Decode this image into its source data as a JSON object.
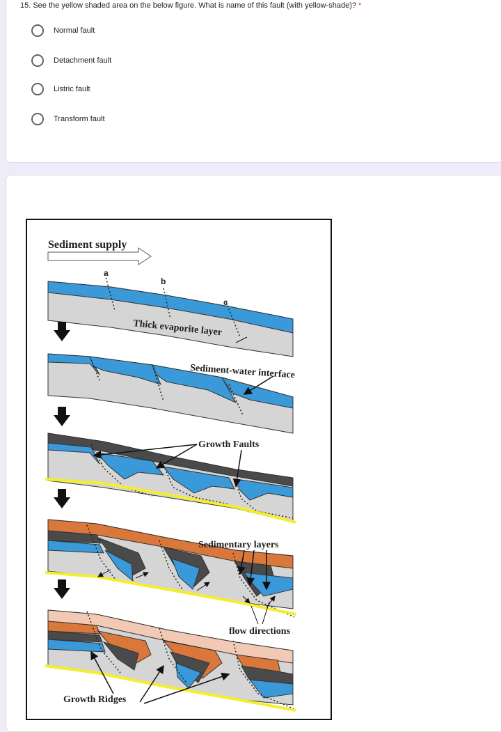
{
  "question": {
    "title": "15. See the yellow shaded area on the below figure. What is name of this fault (with yellow-shade)?",
    "required_mark": "*",
    "options": [
      {
        "label": "Normal fault",
        "selected": false
      },
      {
        "label": "Detachment fault",
        "selected": false
      },
      {
        "label": "Listric fault",
        "selected": false
      },
      {
        "label": "Transform fault",
        "selected": false
      }
    ]
  },
  "figure": {
    "labels": {
      "sediment_supply": "Sediment supply",
      "a": "a",
      "b": "b",
      "c": "c",
      "thick_evaporite": "Thick evaporite layer",
      "sediment_water": "Sediment-water interface",
      "growth_faults": "Growth Faults",
      "sedimentary_layers": "Sedimentary layers",
      "flow_directions": "flow directions",
      "growth_ridges": "Growth Ridges"
    },
    "colors": {
      "blue": "#3a9ad9",
      "grey": "#d5d5d5",
      "dark": "#4a4a4a",
      "orange": "#d9783a",
      "peach": "#f2c9b4",
      "yellow": "#f5ee2a"
    }
  }
}
